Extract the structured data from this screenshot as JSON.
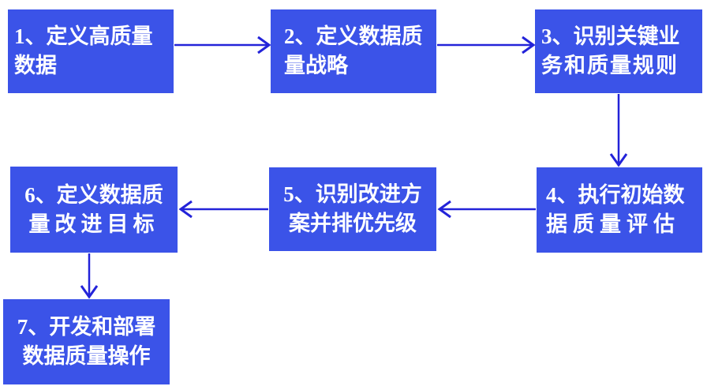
{
  "diagram": {
    "type": "flowchart",
    "description": "7-step data quality process flow",
    "colors": {
      "box_fill": "#3b53e8",
      "arrow": "#2323d9",
      "text": "#ffffff",
      "background": "#ffffff"
    },
    "boxes": [
      {
        "step": "1",
        "line1": "1、定义高质量",
        "line2": "数据",
        "full_text": "1、定义高质量数据"
      },
      {
        "step": "2",
        "line1": "2、定义数据质",
        "line2": "量战略",
        "full_text": "2、定义数据质量战略"
      },
      {
        "step": "3",
        "line1": "3、识别关键业",
        "line2": "务和质量规则",
        "full_text": "3、识别关键业务和质量规则"
      },
      {
        "step": "4",
        "line1": "4、执行初始数",
        "line2": "据质量评估",
        "full_text": "4、执行初始数据质量评估"
      },
      {
        "step": "5",
        "line1": "5、识别改进方",
        "line2": "案并排优先级",
        "full_text": "5、识别改进方案并排优先级"
      },
      {
        "step": "6",
        "line1": "6、定义数据质",
        "line2": "量改进目标",
        "full_text": "6、定义数据质量改进目标"
      },
      {
        "step": "7",
        "line1": "7、开发和部署",
        "line2": "数据质量操作",
        "full_text": "7、开发和部署数据质量操作"
      }
    ],
    "connections": [
      {
        "from": "1",
        "to": "2",
        "direction": "right"
      },
      {
        "from": "2",
        "to": "3",
        "direction": "right"
      },
      {
        "from": "3",
        "to": "4",
        "direction": "down"
      },
      {
        "from": "4",
        "to": "5",
        "direction": "left"
      },
      {
        "from": "5",
        "to": "6",
        "direction": "left"
      },
      {
        "from": "6",
        "to": "7",
        "direction": "down"
      }
    ]
  }
}
